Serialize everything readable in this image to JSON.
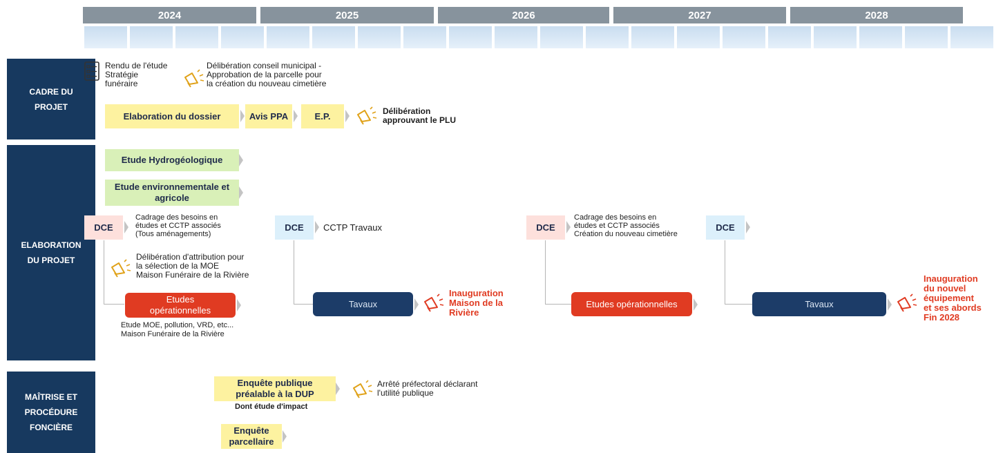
{
  "years": [
    "2024",
    "2025",
    "2026",
    "2027",
    "2028"
  ],
  "sections": {
    "cadre": [
      "Cadre du",
      "projet"
    ],
    "elaboration": [
      "Elaboration",
      "du projet"
    ],
    "maitrise": [
      "Maîtrise et",
      "procédure",
      "foncière"
    ]
  },
  "cadre": {
    "rendu": [
      "Rendu de l'étude",
      "Stratégie",
      "funéraire"
    ],
    "deliberation1": [
      "Délibération conseil municipal -",
      "Approbation de la parcelle pour",
      "la création du nouveau cimetière"
    ],
    "elaboration_dossier": "Elaboration du dossier",
    "avis_ppa": "Avis PPA",
    "ep": "E.P.",
    "deliberation_plu": [
      "Délibération",
      "approuvant le PLU"
    ]
  },
  "elaboration": {
    "etude_hydro": "Etude Hydrogéologique",
    "etude_env": [
      "Etude environnementale et",
      "agricole"
    ],
    "dce1": "DCE",
    "cadrage1": [
      "Cadrage des besoins en",
      "études et CCTP associés",
      "(Tous aménagements)"
    ],
    "dce2": "DCE",
    "cctp_travaux": "CCTP Travaux",
    "dce3": "DCE",
    "cadrage2": [
      "Cadrage des besoins en",
      "études et CCTP associés",
      "Création du nouveau cimetière"
    ],
    "dce4": "DCE",
    "deliberation_moe": [
      "Délibération d'attribution pour",
      "la sélection de la MOE",
      "Maison Funéraire de la Rivière"
    ],
    "etudes_op1": [
      "Etudes",
      "opérationnelles"
    ],
    "etudes_op1_note": [
      "Etude MOE, pollution, VRD, etc...",
      "Maison Funéraire de la Rivière"
    ],
    "travaux1": "Tavaux",
    "inauguration1": [
      "Inauguration",
      "Maison de la",
      "Rivière"
    ],
    "etudes_op2": "Etudes opérationnelles",
    "travaux2": "Tavaux",
    "inauguration2": [
      "Inauguration",
      "du nouvel",
      "équipement",
      "et ses abords",
      "Fin 2028"
    ]
  },
  "maitrise": {
    "enquete_dup": [
      "Enquête publique",
      "préalable à la DUP"
    ],
    "enquete_dup_note": "Dont étude d'impact",
    "arrete": [
      "Arrêté préfectoral déclarant",
      "l'utilité publique"
    ],
    "enquete_parcellaire": [
      "Enquête",
      "parcellaire"
    ]
  },
  "colors": {
    "navy": "#17395f",
    "yellow": "#fdf2a0",
    "green": "#d9f0b8",
    "red": "#e03b22",
    "header_grey": "#87939d"
  }
}
